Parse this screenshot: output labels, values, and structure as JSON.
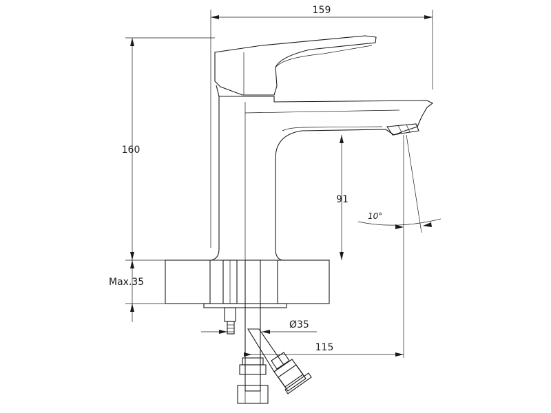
{
  "dimensions": {
    "overall_width": "159",
    "overall_height": "160",
    "spout_height": "91",
    "spout_reach": "115",
    "max_thickness": "Max.35",
    "hole_diameter": "Ø35",
    "spout_angle": "10°"
  }
}
